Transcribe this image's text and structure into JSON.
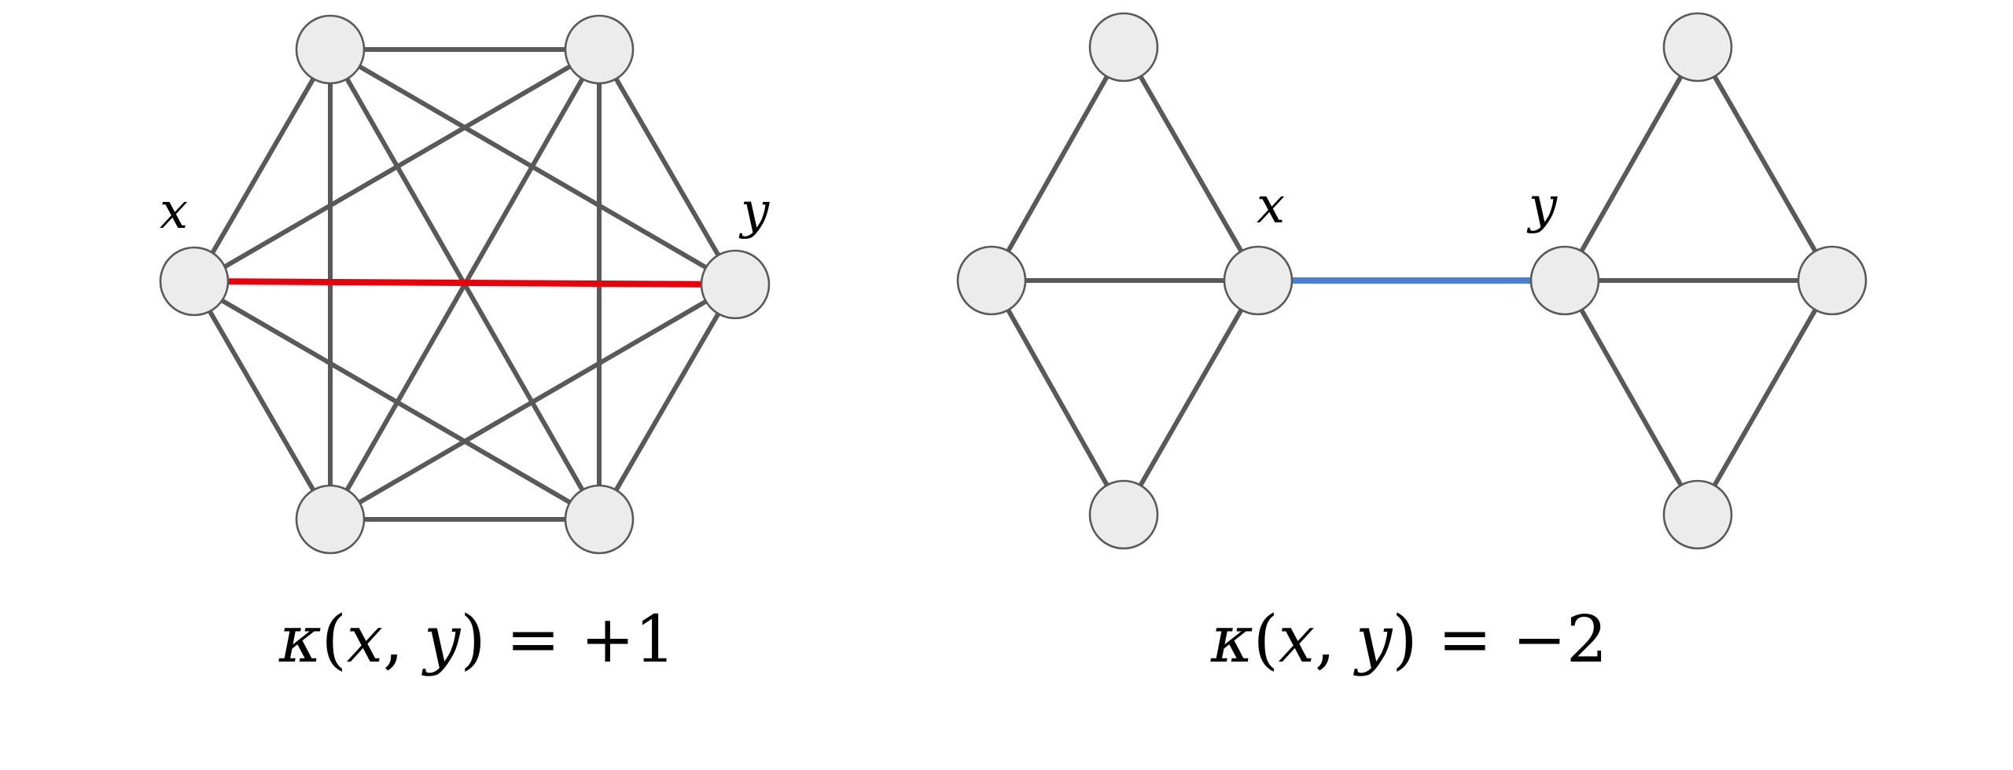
{
  "colors": {
    "edge": "#595959",
    "node_fill": "#ececec",
    "node_stroke": "#595959",
    "highlight_positive": "#e8000b",
    "highlight_negative": "#4a7fd6"
  },
  "left_graph": {
    "label_x": "x",
    "label_y": "y",
    "formula": {
      "kappa": "κ",
      "open": "(",
      "x": "x",
      "comma": ", ",
      "y": "y",
      "close": ")",
      "equals": " = ",
      "value": "+1"
    },
    "highlight_edge": "x–y",
    "highlight_color": "#e8000b"
  },
  "right_graph": {
    "label_x": "x",
    "label_y": "y",
    "formula": {
      "kappa": "κ",
      "open": "(",
      "x": "x",
      "comma": ", ",
      "y": "y",
      "close": ")",
      "equals": " = ",
      "value": "−2"
    },
    "highlight_edge": "x–y",
    "highlight_color": "#4a7fd6"
  }
}
